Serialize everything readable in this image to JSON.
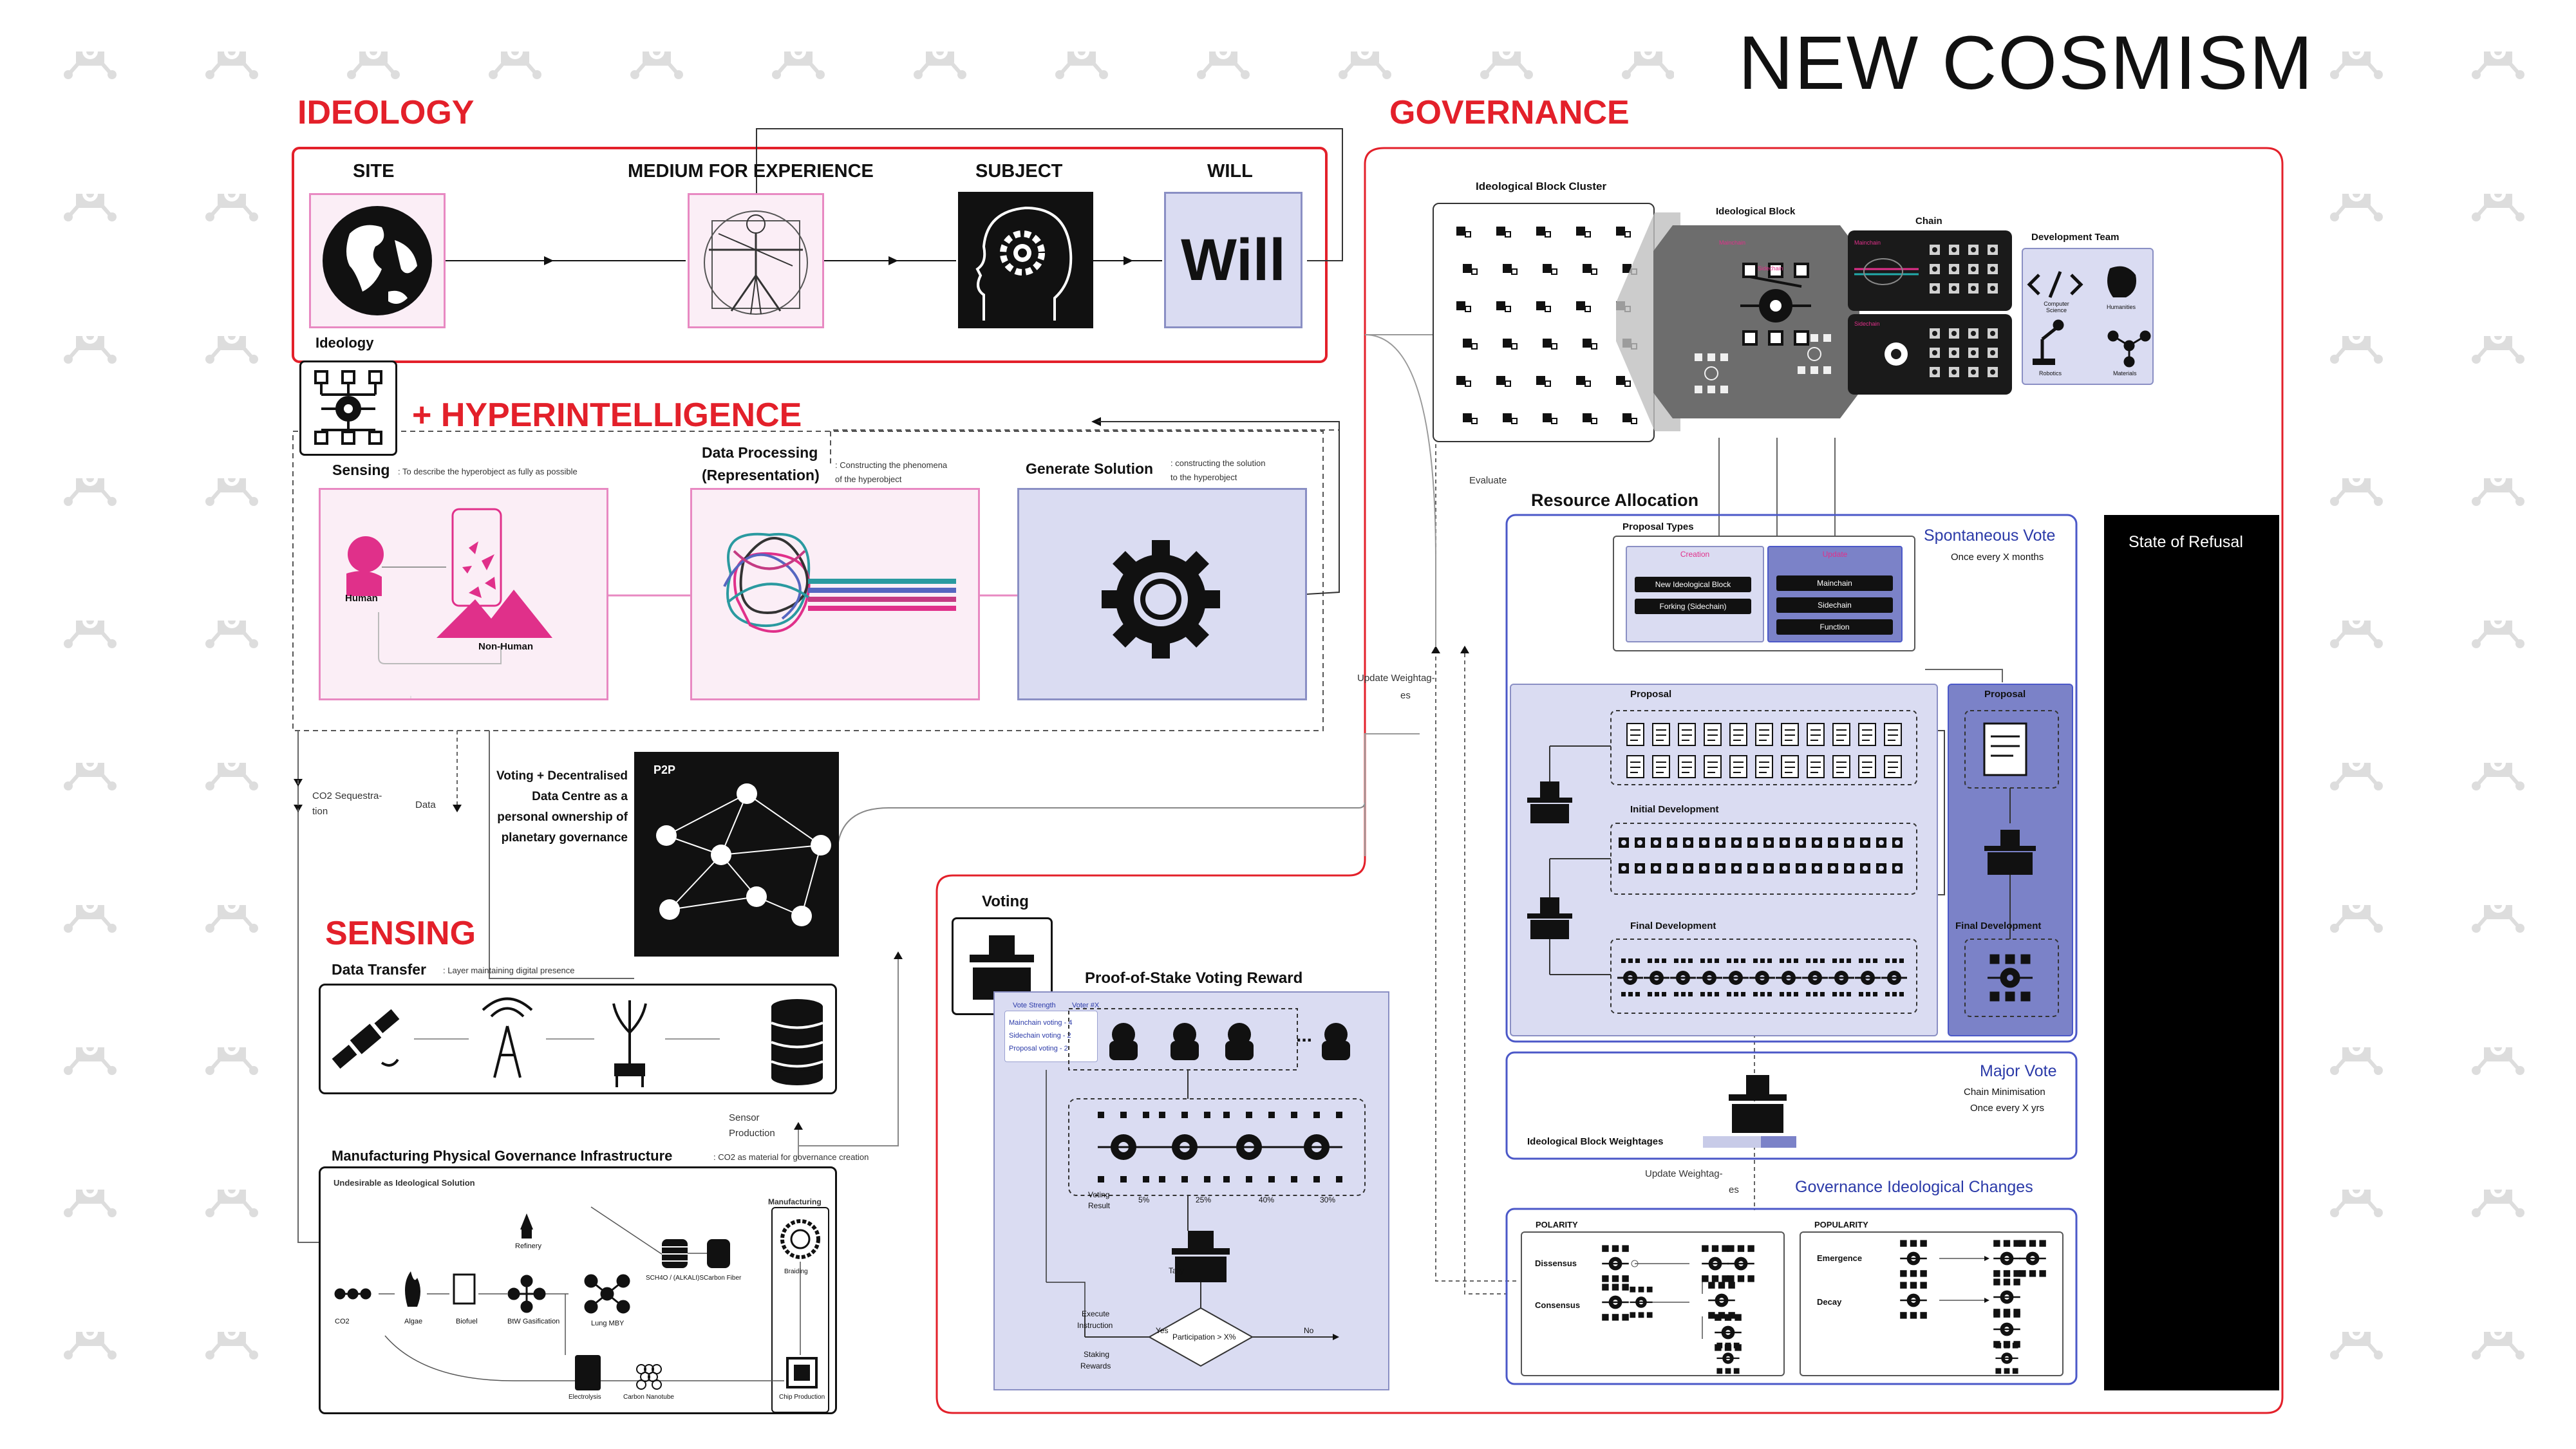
{
  "title": "NEW COSMISM",
  "sections": {
    "ideology": "IDEOLOGY",
    "governance": "GOVERNANCE",
    "hyperintelligence": "+ HYPERINTELLIGENCE",
    "sensing": "SENSING"
  },
  "ideology": {
    "site": "SITE",
    "medium": "MEDIUM FOR EXPERIENCE",
    "subject": "SUBJECT",
    "will": "WILL",
    "will_text": "Will",
    "tag": "Ideology"
  },
  "hyper": {
    "sensing": "Sensing",
    "sensing_desc": ": To describe the hyperobject as fully as possible",
    "processing_1": "Data Processing",
    "processing_2": "(Representation)",
    "processing_desc_1": ": Constructing the phenomena",
    "processing_desc_2": "of the hyperobject",
    "generate": "Generate Solution",
    "generate_desc_1": ": constructing the solution",
    "generate_desc_2": "to the hyperobject",
    "human": "Human",
    "non_human": "Non-Human"
  },
  "flows": {
    "co2_1": "CO2 Sequestra-",
    "co2_2": "tion",
    "data": "Data",
    "sensor_1": "Sensor",
    "sensor_2": "Production",
    "evaluate": "Evaluate",
    "update_w1_1": "Update Weightag-",
    "update_w1_2": "es",
    "update_w2_1": "Update Weightag-",
    "update_w2_2": "es"
  },
  "p2p": {
    "label": "P2P",
    "desc_1": "Voting + Decentralised",
    "desc_2": "Data Centre as a",
    "desc_3": "personal ownership of",
    "desc_4": "planetary governance"
  },
  "sensing": {
    "transfer": "Data Transfer",
    "transfer_desc": ": Layer maintaining digital presence",
    "manufacturing": "Manufacturing Physical Governance Infrastructure",
    "manufacturing_desc": ": CO2 as material for governance creation",
    "undesirable": "Undesirable as Ideological Solution",
    "chain": [
      "CO2",
      "Algae",
      "Biofuel",
      "BtW Gasification",
      "Lung MBY"
    ],
    "refinery": "Refinery",
    "scaled": "SCH4O / (ALKALI)S",
    "carbon_fiber": "Carbon Fiber",
    "electrolysis": "Electrolysis",
    "carbon_nanotube": "Carbon Nanotube",
    "chip": "Chip Production",
    "manufacturing_col": "Manufacturing",
    "braiding": "Braiding"
  },
  "governance": {
    "cluster": "Ideological Block Cluster",
    "block": "Ideological Block",
    "block_sub1": "Mainchain",
    "block_sub2": "Sidechain",
    "chain": "Chain",
    "chain_sub1": "Mainchain",
    "chain_sub2": "Sidechain",
    "dev_team": "Development Team",
    "dev_items": [
      "Computer Science",
      "Humanities",
      "Robotics",
      "Materials"
    ],
    "resource": "Resource Allocation",
    "proposal_types": "Proposal Types",
    "creation": "Creation",
    "update": "Update",
    "creation_items": [
      "New Ideological Block",
      "Forking (Sidechain)"
    ],
    "update_items": [
      "Mainchain",
      "Sidechain",
      "Function"
    ],
    "spont_vote": "Spontaneous Vote",
    "spont_freq": "Once every X months",
    "proposal": "Proposal",
    "initial_dev": "Initial Development",
    "final_dev": "Final Development",
    "proposal_r": "Proposal",
    "final_dev_r": "Final Development",
    "major_vote": "Major Vote",
    "major_sub": "Chain Minimisation",
    "major_freq": "Once every X yrs",
    "weightages": "Ideological Block Weightages",
    "changes": "Governance Ideological Changes",
    "polarity": "POLARITY",
    "dissensus": "Dissensus",
    "consensus": "Consensus",
    "popularity": "POPULARITY",
    "emergence": "Emergence",
    "decay": "Decay",
    "refusal": "State of Refusal"
  },
  "voting": {
    "voting": "Voting",
    "pos": "Proof-of-Stake Voting Reward",
    "strength": "Vote Strength",
    "voter": "Voter #X",
    "mainchain": "Mainchain voting - 4",
    "sidechain": "Sidechain voting - 2",
    "proposal": "Proposal voting - 2",
    "dots": "...",
    "result_1": "Voting",
    "result_2": "Result",
    "results": [
      "5%",
      "25%",
      "40%",
      "30%"
    ],
    "tally": "Tally",
    "execute_1": "Execute",
    "execute_2": "Instruction",
    "yes": "Yes",
    "no": "No",
    "participation": "Participation > X%",
    "staking_1": "Staking",
    "staking_2": "Rewards"
  },
  "colors": {
    "accent": "#e3202a",
    "pink": "#e0308a",
    "lavender": "#dadcf2",
    "dark": "#111111"
  }
}
